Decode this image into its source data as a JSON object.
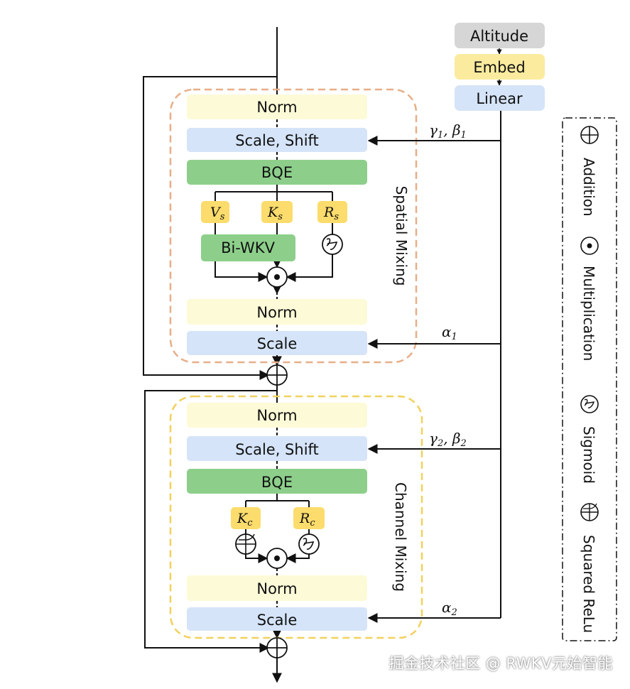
{
  "colors": {
    "norm": "#fdfad7",
    "scale": "#d5e4f8",
    "bqe": "#8dcf8a",
    "token": "#fbdc6c",
    "altitude": "#d6d6d6",
    "embed": "#fbeb9f",
    "spatial_border": "#e7ae88",
    "channel_border": "#f1d15d",
    "line": "#111111"
  },
  "conditioning": {
    "altitude": "Altitude",
    "embed": "Embed",
    "linear": "Linear"
  },
  "spatial_block": {
    "title": "Spatial Mixing",
    "norm1": "Norm",
    "scale_shift": "Scale, Shift",
    "bqe": "BQE",
    "v": "V",
    "v_sub": "s",
    "k": "K",
    "k_sub": "s",
    "r": "R",
    "r_sub": "s",
    "bi_wkv": "Bi-WKV",
    "norm2": "Norm",
    "scale": "Scale",
    "gb_label": "γ",
    "gb_sub": "1",
    "gb_beta": "β",
    "gb_beta_sub": "1",
    "alpha": "α",
    "alpha_sub": "1"
  },
  "channel_block": {
    "title": "Channel Mixing",
    "norm1": "Norm",
    "scale_shift": "Scale, Shift",
    "bqe": "BQE",
    "k": "K",
    "k_sub": "c",
    "r": "R",
    "r_sub": "c",
    "norm2": "Norm",
    "scale": "Scale",
    "gb_label": "γ",
    "gb_sub": "2",
    "gb_beta": "β",
    "gb_beta_sub": "2",
    "alpha": "α",
    "alpha_sub": "2"
  },
  "legend": {
    "addition": "Addition",
    "multiplication": "Multiplication",
    "sigmoid": "Sigmoid",
    "squared_relu": "Squared ReLu"
  },
  "watermark": "掘金技术社区 @ RWKV元始智能"
}
